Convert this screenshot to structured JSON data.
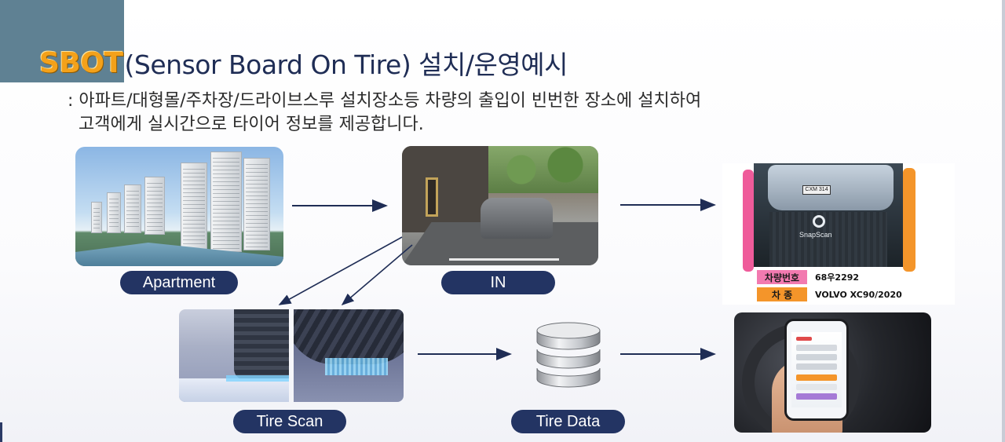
{
  "title": {
    "brand": "SBOT",
    "rest": "(Sensor Board On Tire) 설치/운영예시"
  },
  "description": {
    "line1": ": 아파트/대형몰/주차장/드라이브스루 설치장소등 차량의 출입이 빈번한 장소에 설치하여",
    "line2": "고객에게 실시간으로 타이어 정보를 제공합니다."
  },
  "labels": {
    "apartment": "Apartment",
    "in": "IN",
    "tire_scan": "Tire Scan",
    "tire_data": "Tire Data"
  },
  "vehicle_card": {
    "plate_label": "차량번호",
    "plate_value": "68우2292",
    "model_label": "차  종",
    "model_value": "VOLVO XC90/2020",
    "plate_label_color": "#f27ab0",
    "model_label_color": "#f4952a",
    "pad_text": "SnapScan",
    "car_plate_text": "CXM 314"
  },
  "colors": {
    "navy": "#233463",
    "brand_orange": "#f4a11a",
    "corner_block": "#5f8193"
  }
}
